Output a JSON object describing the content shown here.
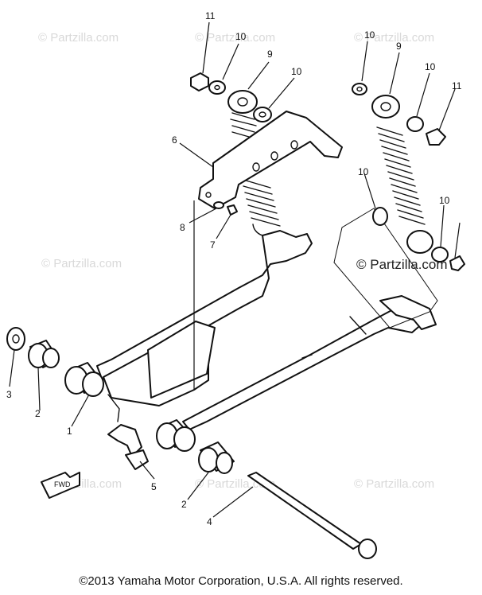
{
  "watermarks": [
    {
      "text": "© Partzilla.com"
    },
    {
      "text": "© Partzilla.com"
    },
    {
      "text": "© Partzilla.com"
    },
    {
      "text": "© Partzilla.com"
    },
    {
      "text": "© Partzilla.com"
    },
    {
      "text": "© Partzilla.com"
    },
    {
      "text": "© Partzilla.com"
    },
    {
      "text": "© Partzilla.com"
    }
  ],
  "callouts": [
    "11",
    "10",
    "9",
    "10",
    "6",
    "8",
    "7",
    "10",
    "9",
    "10",
    "11",
    "10",
    "10",
    "3",
    "2",
    "1",
    "5",
    "2",
    "4"
  ],
  "fwd_label": "FWD",
  "copyright": "©2013  Yamaha Motor Corporation, U.S.A. All rights reserved."
}
